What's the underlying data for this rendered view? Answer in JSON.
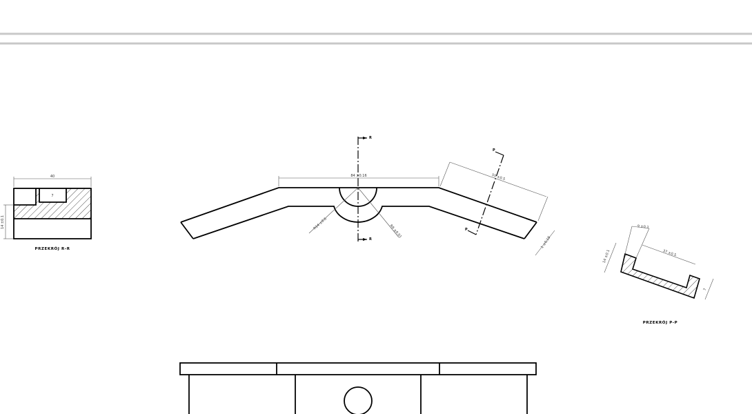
{
  "views": {
    "section_rr": {
      "title": "PRZEKRÓJ R-R",
      "dims": {
        "width": "40",
        "height": "14 ±0.1",
        "slot": "7"
      }
    },
    "main": {
      "dims": {
        "top": "84 ±0.16",
        "slope": "55 ±0.5",
        "end": "1 ±0.18",
        "left_radius": "R14 ±0.6",
        "right_radius": "R9 ±0.01"
      },
      "cuts": {
        "r_top": "R",
        "r_bottom": "R",
        "p_top": "P",
        "p_bottom": "P"
      }
    },
    "section_pp": {
      "title": "PRZEKRÓJ P-P",
      "dims": {
        "top": "9 ±0.1",
        "inner": "37 ±0.5",
        "left": "14 ±0.1",
        "right": "7"
      }
    }
  }
}
